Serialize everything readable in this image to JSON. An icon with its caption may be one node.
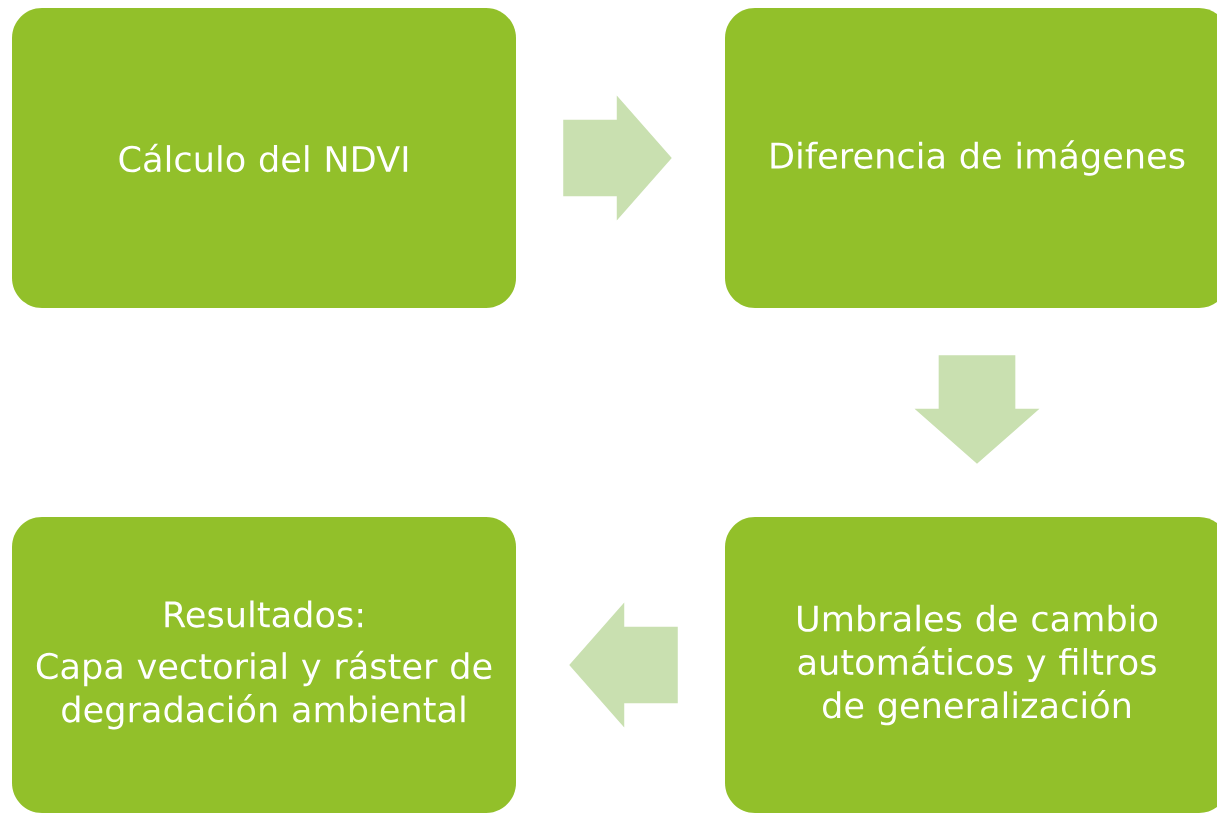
{
  "diagram": {
    "nodes": [
      {
        "text": [
          "Cálculo del NDVI"
        ]
      },
      {
        "text": [
          "Diferencia de imágenes"
        ]
      },
      {
        "text": [
          "Umbrales de cambio automáticos y filtros de generalización"
        ]
      },
      {
        "text": [
          "Resultados:",
          "Capa vectorial y ráster de degradación ambiental"
        ]
      }
    ],
    "edges": [
      {
        "from": 0,
        "to": 1,
        "arrow": "to"
      },
      {
        "from": 1,
        "to": 2,
        "arrow": "to"
      },
      {
        "from": 2,
        "to": 3,
        "arrow": "to"
      }
    ]
  }
}
